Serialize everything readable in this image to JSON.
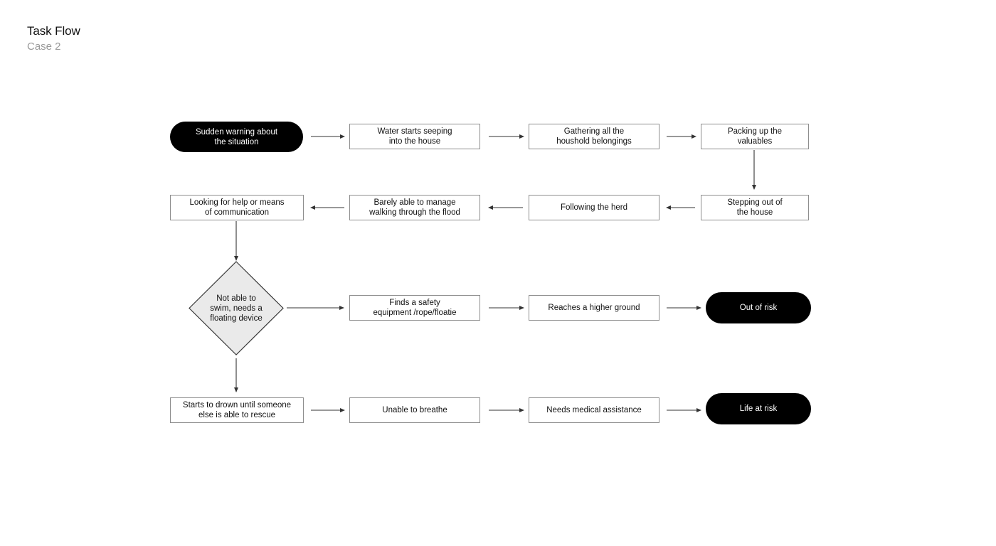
{
  "header": {
    "title": "Task Flow",
    "subtitle": "Case 2"
  },
  "colors": {
    "background": "#ffffff",
    "terminal_fill": "#000000",
    "terminal_text": "#ffffff",
    "box_fill": "#ffffff",
    "box_border": "#8e8e8e",
    "box_text": "#111111",
    "decision_fill": "#eaeaea",
    "decision_border": "#3a3a3a",
    "connector": "#333333",
    "title_text": "#111111",
    "subtitle_text": "#9a9a9a"
  },
  "chart_data": {
    "type": "diagram",
    "title": "Task Flow",
    "subtitle": "Case 2",
    "nodes": [
      {
        "id": "n1",
        "label": "Sudden warning about\nthe situation",
        "shape": "pill",
        "row": 1
      },
      {
        "id": "n2",
        "label": "Water starts seeping\ninto the house",
        "shape": "process",
        "row": 1
      },
      {
        "id": "n3",
        "label": "Gathering all the\nhoushold belongings",
        "shape": "process",
        "row": 1
      },
      {
        "id": "n4",
        "label": "Packing up the\nvaluables",
        "shape": "process",
        "row": 1
      },
      {
        "id": "n5",
        "label": "Stepping out of\nthe house",
        "shape": "process",
        "row": 2
      },
      {
        "id": "n6",
        "label": "Following the herd",
        "shape": "process",
        "row": 2
      },
      {
        "id": "n7",
        "label": "Barely able to manage\nwalking through the flood",
        "shape": "process",
        "row": 2
      },
      {
        "id": "n8",
        "label": "Looking for help or means\nof communication",
        "shape": "process",
        "row": 2
      },
      {
        "id": "n9",
        "label": "Not able to\nswim, needs a\nfloating device",
        "shape": "decision",
        "row": 3
      },
      {
        "id": "n10",
        "label": "Finds a safety\nequipment /rope/floatie",
        "shape": "process",
        "row": 3
      },
      {
        "id": "n11",
        "label": "Reaches a higher ground",
        "shape": "process",
        "row": 3
      },
      {
        "id": "n12",
        "label": "Out of risk",
        "shape": "terminal",
        "row": 3
      },
      {
        "id": "n13",
        "label": "Starts to drown until someone\nelse is able to rescue",
        "shape": "process",
        "row": 4
      },
      {
        "id": "n14",
        "label": "Unable to breathe",
        "shape": "process",
        "row": 4
      },
      {
        "id": "n15",
        "label": "Needs medical assistance",
        "shape": "process",
        "row": 4
      },
      {
        "id": "n16",
        "label": "Life at risk",
        "shape": "terminal",
        "row": 4
      }
    ],
    "edges": [
      {
        "from": "n1",
        "to": "n2",
        "direction": "right"
      },
      {
        "from": "n2",
        "to": "n3",
        "direction": "right"
      },
      {
        "from": "n3",
        "to": "n4",
        "direction": "right"
      },
      {
        "from": "n4",
        "to": "n5",
        "direction": "down"
      },
      {
        "from": "n5",
        "to": "n6",
        "direction": "left"
      },
      {
        "from": "n6",
        "to": "n7",
        "direction": "left"
      },
      {
        "from": "n7",
        "to": "n8",
        "direction": "left"
      },
      {
        "from": "n8",
        "to": "n9",
        "direction": "down"
      },
      {
        "from": "n9",
        "to": "n10",
        "direction": "right"
      },
      {
        "from": "n10",
        "to": "n11",
        "direction": "right"
      },
      {
        "from": "n11",
        "to": "n12",
        "direction": "right"
      },
      {
        "from": "n9",
        "to": "n13",
        "direction": "down"
      },
      {
        "from": "n13",
        "to": "n14",
        "direction": "right"
      },
      {
        "from": "n14",
        "to": "n15",
        "direction": "right"
      },
      {
        "from": "n15",
        "to": "n16",
        "direction": "right"
      }
    ]
  }
}
